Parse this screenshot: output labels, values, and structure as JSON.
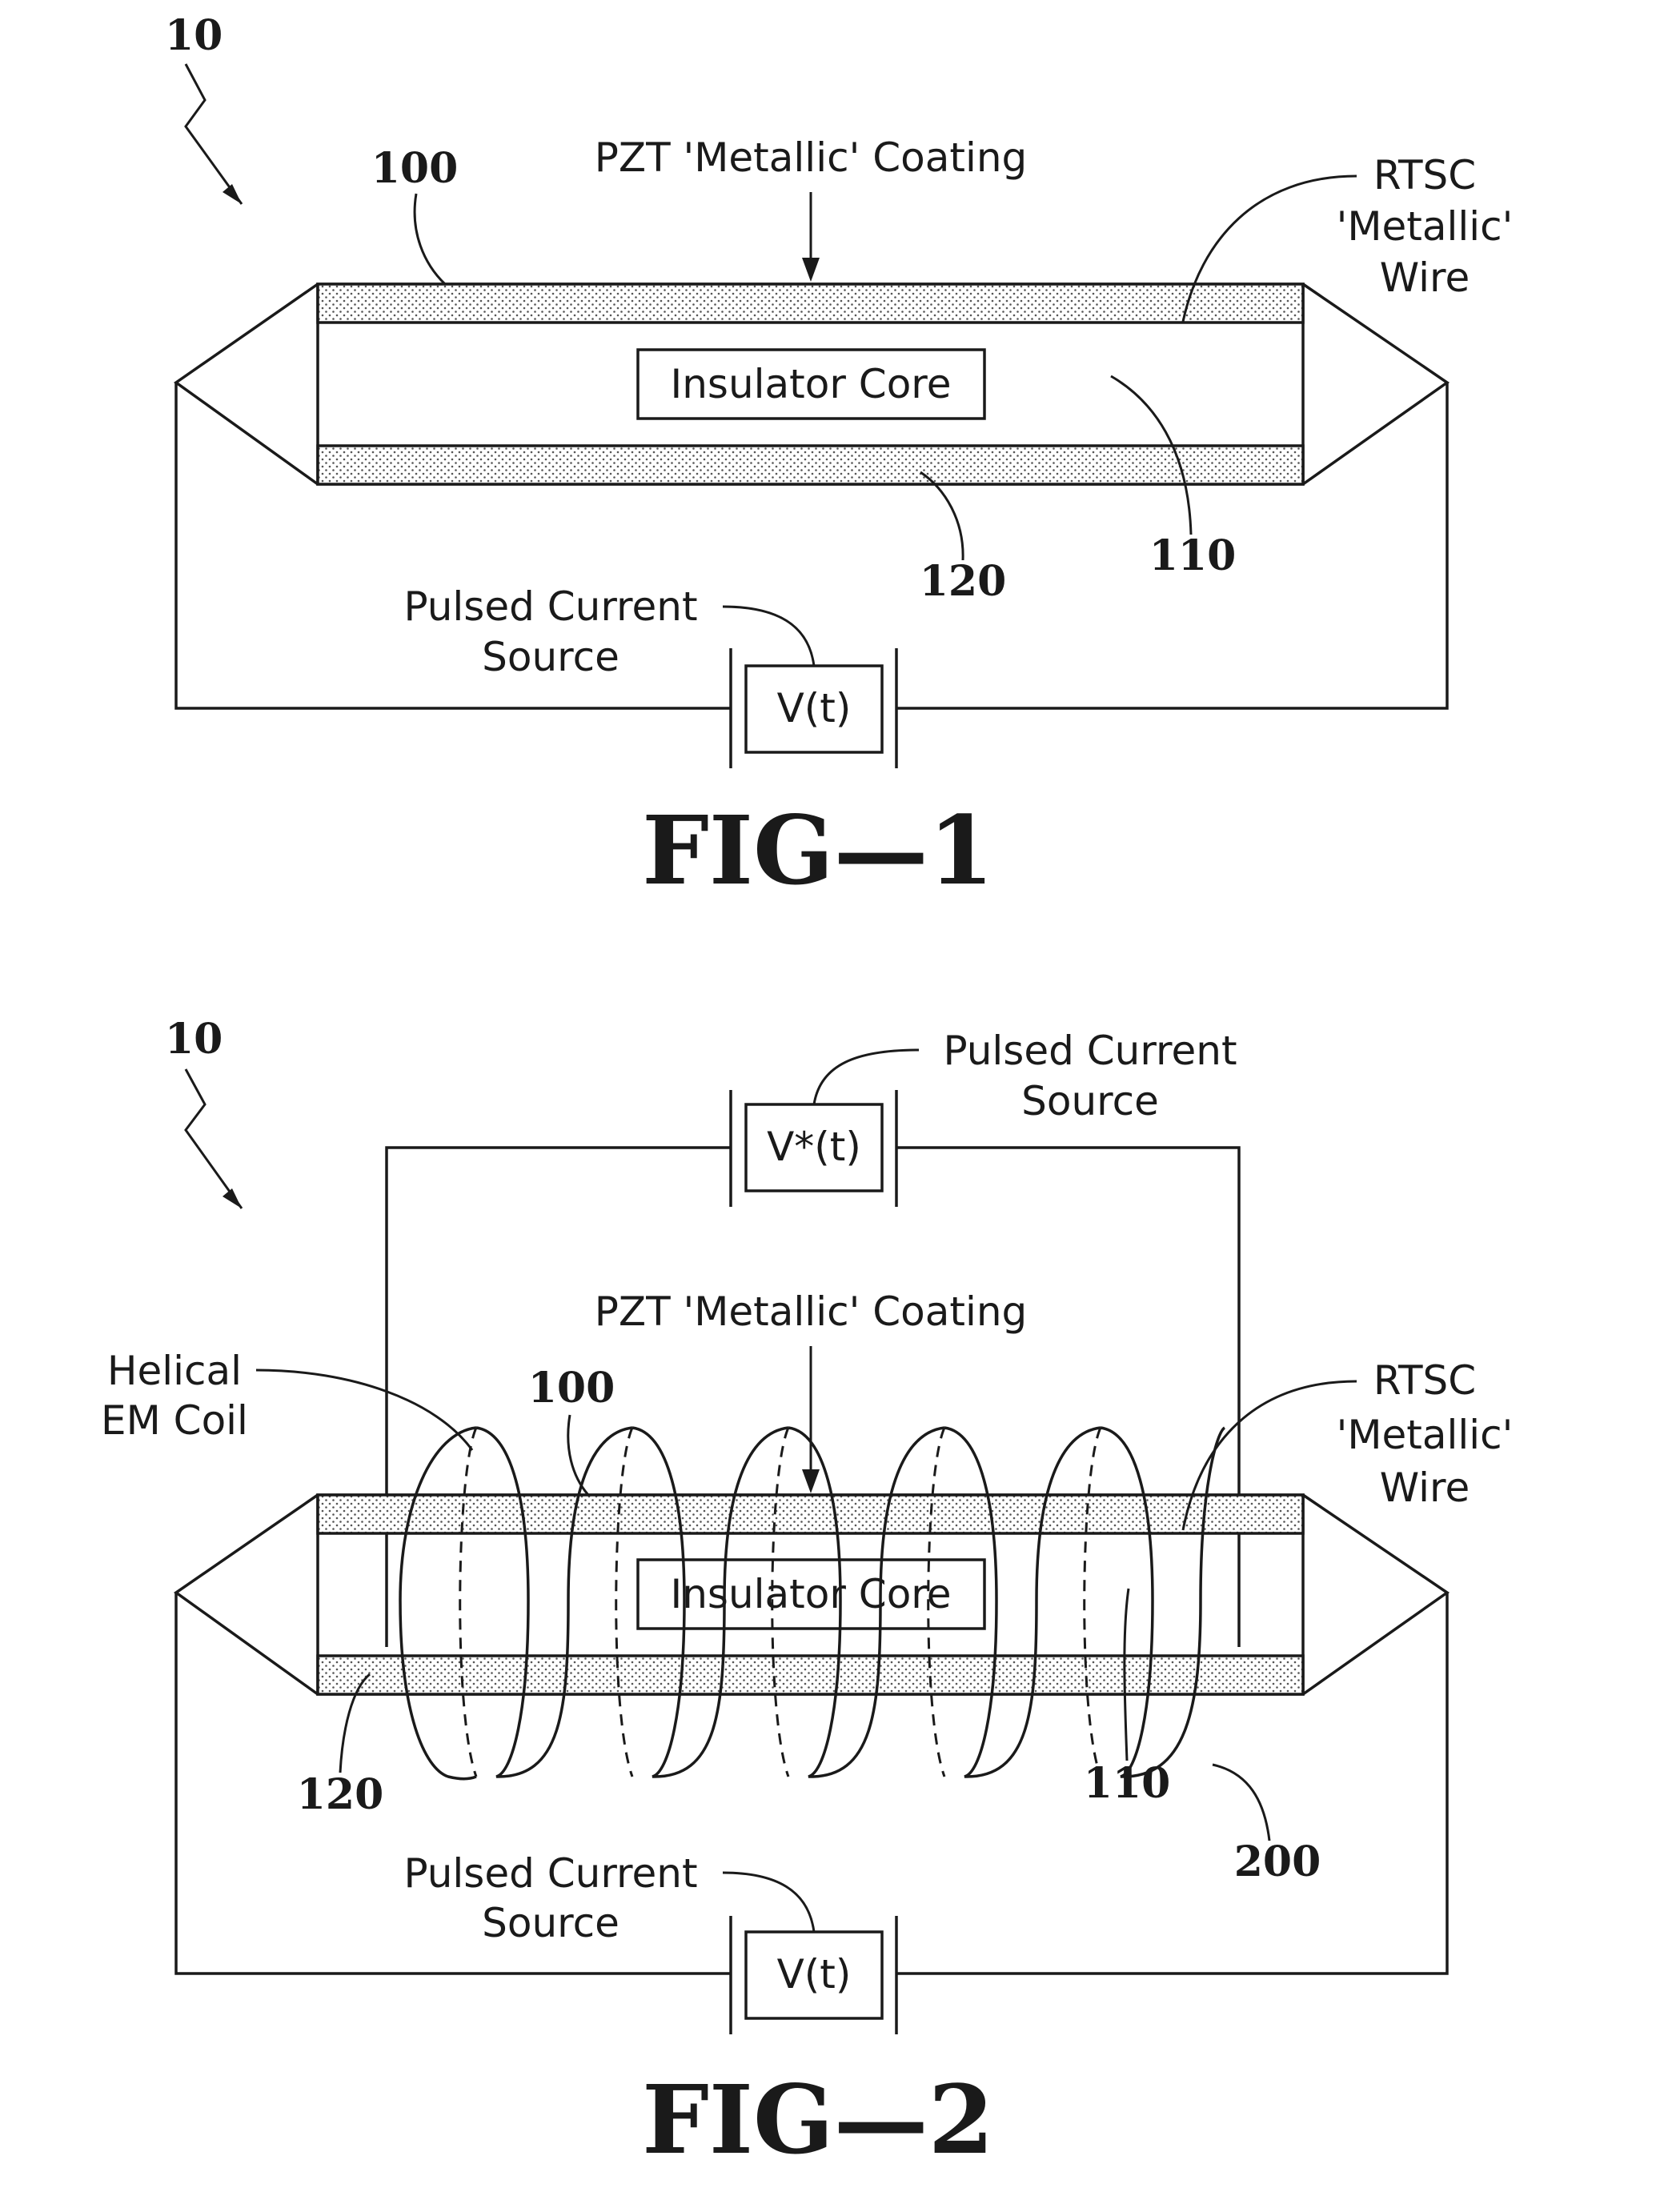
{
  "fig1": {
    "ref_device": "10",
    "ref_100": "100",
    "ref_110": "110",
    "ref_120": "120",
    "coating_label": "PZT 'Metallic' Coating",
    "wire_label_1": "RTSC",
    "wire_label_2": "'Metallic'",
    "wire_label_3": "Wire",
    "core_label": "Insulator Core",
    "source_label_1": "Pulsed Current",
    "source_label_2": "Source",
    "source_symbol": "V(t)",
    "caption": "FIG—1"
  },
  "fig2": {
    "ref_device": "10",
    "ref_100": "100",
    "ref_110": "110",
    "ref_120": "120",
    "ref_200": "200",
    "coating_label": "PZT 'Metallic' Coating",
    "wire_label_1": "RTSC",
    "wire_label_2": "'Metallic'",
    "wire_label_3": "Wire",
    "core_label": "Insulator Core",
    "coil_label_1": "Helical",
    "coil_label_2": "EM Coil",
    "top_source_label_1": "Pulsed Current",
    "top_source_label_2": "Source",
    "top_source_symbol": "V*(t)",
    "bottom_source_label_1": "Pulsed Current",
    "bottom_source_label_2": "Source",
    "bottom_source_symbol": "V(t)",
    "caption": "FIG—2"
  }
}
